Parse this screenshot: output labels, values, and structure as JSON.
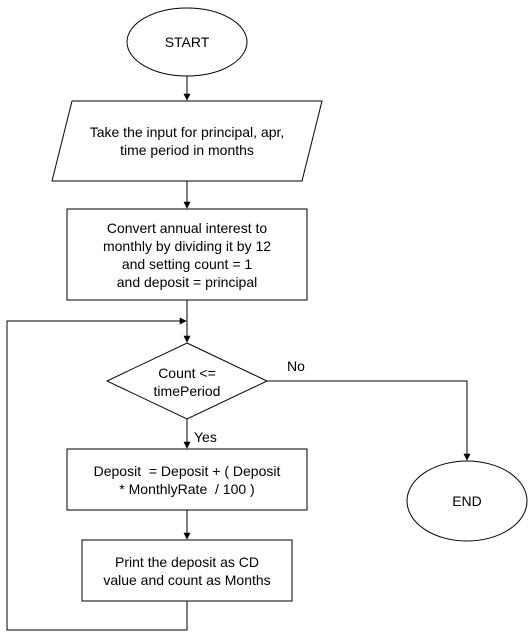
{
  "diagram": {
    "nodes": {
      "start": {
        "label": "START"
      },
      "input": {
        "lines": [
          "Take the input for principal, apr,",
          "time period in months"
        ]
      },
      "convert": {
        "lines": [
          "Convert annual interest to",
          "monthly by dividing it by 12",
          "and setting count = 1",
          "and deposit = principal"
        ]
      },
      "decision": {
        "lines": [
          "Count <=",
          "timePeriod"
        ]
      },
      "deposit": {
        "lines": [
          "Deposit  = Deposit + ( Deposit",
          "* MonthlyRate  / 100 )"
        ]
      },
      "print": {
        "lines": [
          "Print the deposit as CD",
          "value and count as Months"
        ]
      },
      "end": {
        "label": "END"
      }
    },
    "edges": {
      "no_label": "No",
      "yes_label": "Yes"
    },
    "colors": {
      "stroke": "#000000",
      "fill": "#ffffff",
      "text": "#000000"
    }
  }
}
